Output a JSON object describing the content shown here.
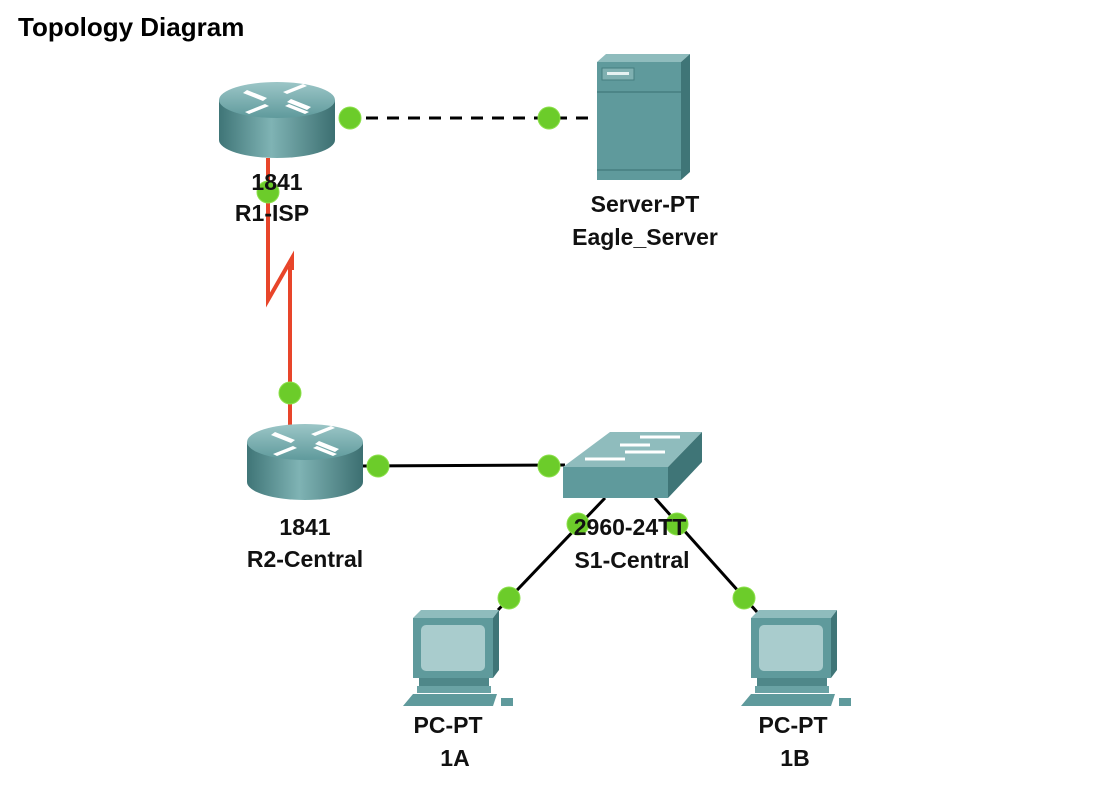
{
  "title": "Topology Diagram",
  "colors": {
    "device": "#5f9a9c",
    "link_dot": "#6ccc2a",
    "serial_link": "#e8452a",
    "ethernet_link": "#000000"
  },
  "devices": [
    {
      "id": "r1",
      "icon": "router-icon",
      "model": "1841",
      "name": "R1-ISP"
    },
    {
      "id": "server",
      "icon": "server-icon",
      "model": "Server-PT",
      "name": "Eagle_Server"
    },
    {
      "id": "r2",
      "icon": "router-icon",
      "model": "1841",
      "name": "R2-Central"
    },
    {
      "id": "s1",
      "icon": "switch-icon",
      "model": "2960-24TT",
      "name": "S1-Central"
    },
    {
      "id": "pc1a",
      "icon": "pc-icon",
      "model": "PC-PT",
      "name": "1A"
    },
    {
      "id": "pc1b",
      "icon": "pc-icon",
      "model": "PC-PT",
      "name": "1B"
    }
  ],
  "links": [
    {
      "from": "R1-ISP",
      "to": "Eagle_Server",
      "type": "crossover (dashed)"
    },
    {
      "from": "R1-ISP",
      "to": "R2-Central",
      "type": "serial"
    },
    {
      "from": "R2-Central",
      "to": "S1-Central",
      "type": "straight-through"
    },
    {
      "from": "S1-Central",
      "to": "1A",
      "type": "straight-through"
    },
    {
      "from": "S1-Central",
      "to": "1B",
      "type": "straight-through"
    }
  ]
}
